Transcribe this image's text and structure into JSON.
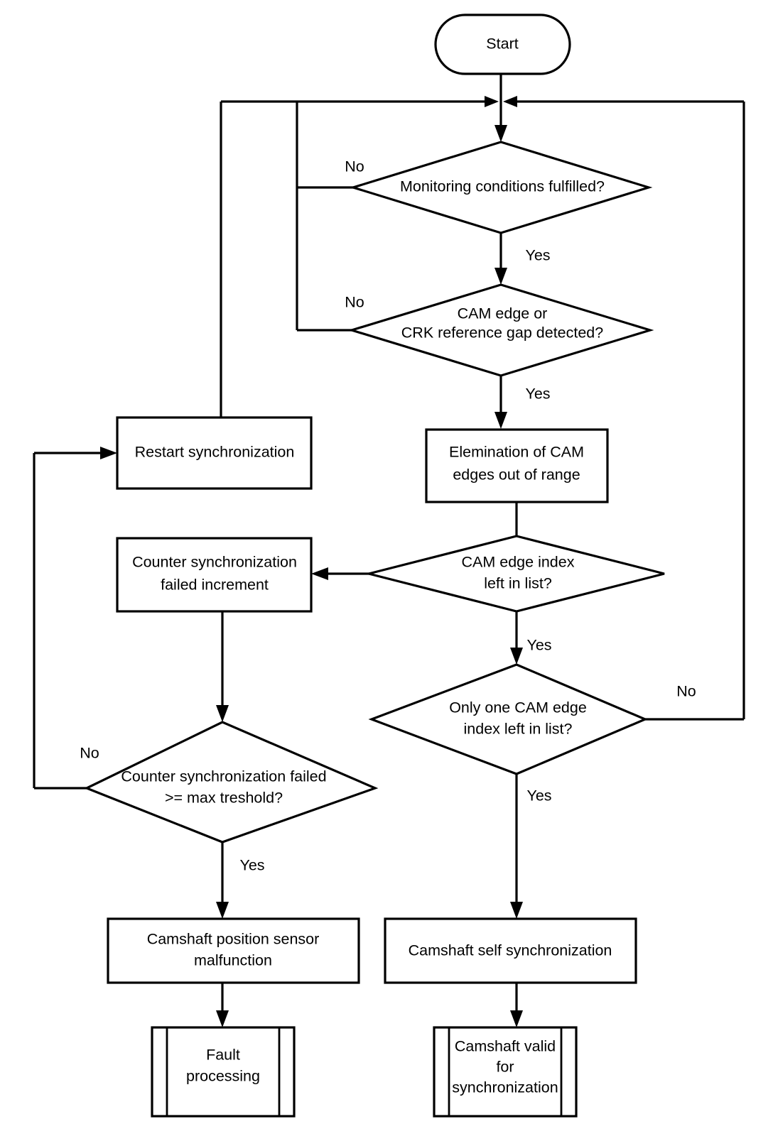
{
  "diagram": {
    "type": "flowchart",
    "title": "Camshaft synchronization monitoring flowchart",
    "colors": {
      "stroke": "#000000",
      "fill": "#ffffff",
      "text": "#000000"
    },
    "nodes": {
      "start": {
        "shape": "terminator",
        "label": "Start"
      },
      "monitoring_conditions": {
        "shape": "decision",
        "line1": "Monitoring conditions fulfilled?"
      },
      "cam_edge_detected": {
        "shape": "decision",
        "line1": "CAM edge or",
        "line2": "CRK reference gap detected?"
      },
      "restart_sync": {
        "shape": "process",
        "line1": "Restart synchronization"
      },
      "elemination": {
        "shape": "process",
        "line1": "Elemination of CAM",
        "line2": "edges out of range"
      },
      "counter_sync_failed_inc": {
        "shape": "process",
        "line1": "Counter synchronization",
        "line2": "failed increment"
      },
      "cam_edge_index_left": {
        "shape": "decision",
        "line1": "CAM edge index",
        "line2": "left in list?"
      },
      "only_one_cam_edge": {
        "shape": "decision",
        "line1": "Only one CAM edge",
        "line2": "index left in list?"
      },
      "counter_sync_threshold": {
        "shape": "decision",
        "line1": "Counter synchronization failed",
        "line2": ">= max treshold?"
      },
      "camshaft_malfunction": {
        "shape": "process",
        "line1": "Camshaft position sensor",
        "line2": "malfunction"
      },
      "camshaft_self_sync": {
        "shape": "process",
        "line1": "Camshaft self synchronization"
      },
      "fault_processing": {
        "shape": "subroutine",
        "line1": "Fault",
        "line2": "processing"
      },
      "camshaft_valid": {
        "shape": "subroutine",
        "line1": "Camshaft valid",
        "line2": "for",
        "line3": "synchronization"
      }
    },
    "edge_labels": {
      "monitoring_no": "No",
      "monitoring_yes": "Yes",
      "cam_edge_no": "No",
      "cam_edge_yes": "Yes",
      "index_left_yes": "Yes",
      "only_one_no": "No",
      "only_one_yes": "Yes",
      "threshold_no": "No",
      "threshold_yes": "Yes"
    },
    "edges": [
      {
        "from": "start",
        "to": "monitoring_conditions",
        "label": ""
      },
      {
        "from": "monitoring_conditions",
        "to": "monitoring_conditions",
        "label": "No"
      },
      {
        "from": "monitoring_conditions",
        "to": "cam_edge_detected",
        "label": "Yes"
      },
      {
        "from": "cam_edge_detected",
        "to": "monitoring_conditions",
        "label": "No"
      },
      {
        "from": "cam_edge_detected",
        "to": "elemination",
        "label": "Yes"
      },
      {
        "from": "elemination",
        "to": "cam_edge_index_left",
        "label": ""
      },
      {
        "from": "cam_edge_index_left",
        "to": "counter_sync_failed_inc",
        "label": ""
      },
      {
        "from": "cam_edge_index_left",
        "to": "only_one_cam_edge",
        "label": "Yes"
      },
      {
        "from": "only_one_cam_edge",
        "to": "monitoring_conditions",
        "label": "No"
      },
      {
        "from": "only_one_cam_edge",
        "to": "camshaft_self_sync",
        "label": "Yes"
      },
      {
        "from": "counter_sync_failed_inc",
        "to": "counter_sync_threshold",
        "label": ""
      },
      {
        "from": "counter_sync_threshold",
        "to": "restart_sync",
        "label": "No"
      },
      {
        "from": "counter_sync_threshold",
        "to": "camshaft_malfunction",
        "label": "Yes"
      },
      {
        "from": "restart_sync",
        "to": "monitoring_conditions",
        "label": ""
      },
      {
        "from": "camshaft_malfunction",
        "to": "fault_processing",
        "label": ""
      },
      {
        "from": "camshaft_self_sync",
        "to": "camshaft_valid",
        "label": ""
      }
    ]
  }
}
